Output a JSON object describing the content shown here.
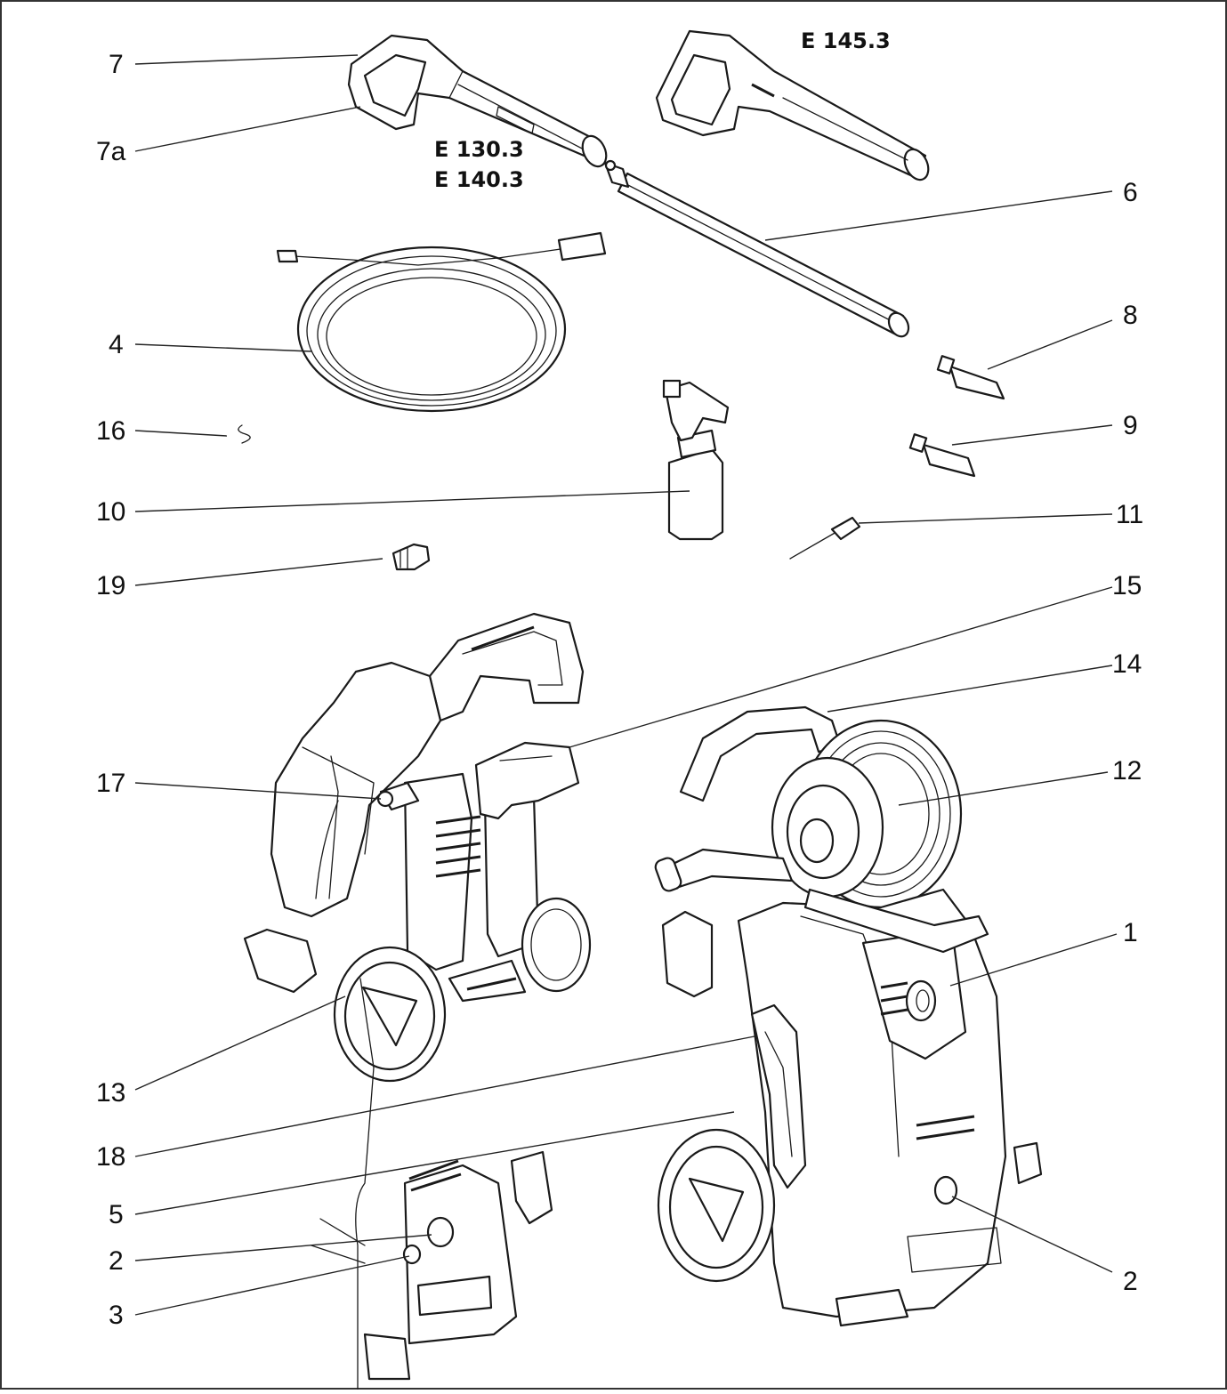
{
  "models": {
    "top_right": "E 145.3",
    "center_line1": "E 130.3",
    "center_line2": "E 140.3"
  },
  "callouts": {
    "c7": "7",
    "c7a": "7a",
    "c6": "6",
    "c4": "4",
    "c8": "8",
    "c16": "16",
    "c9": "9",
    "c10": "10",
    "c11": "11",
    "c19": "19",
    "c15": "15",
    "c14": "14",
    "c17": "17",
    "c12": "12",
    "c1": "1",
    "c13": "13",
    "c18": "18",
    "c5": "5",
    "c2_left": "2",
    "c2_right": "2",
    "c3": "3"
  },
  "colors": {
    "line": "#1a1a1a",
    "background": "#ffffff",
    "frame": "#333333"
  }
}
